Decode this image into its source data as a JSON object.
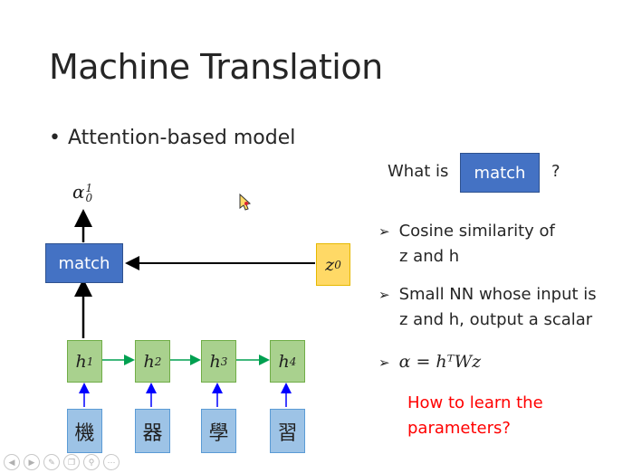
{
  "slide": {
    "title": "Machine Translation",
    "bullet": "Attention-based model",
    "bullet_symbol": "•"
  },
  "diagram": {
    "alpha_base": "α",
    "alpha_sup": "1",
    "alpha_sub": "0",
    "match_label": "match",
    "z_base": "z",
    "z_sup": "0",
    "hidden_states": [
      {
        "base": "h",
        "sup": "1"
      },
      {
        "base": "h",
        "sup": "2"
      },
      {
        "base": "h",
        "sup": "3"
      },
      {
        "base": "h",
        "sup": "4"
      }
    ],
    "inputs": [
      "機",
      "器",
      "學",
      "習"
    ]
  },
  "right_panel": {
    "question_prefix": "What is",
    "question_box": "match",
    "question_suffix": "?",
    "item1_line1": "Cosine similarity of",
    "item1_line2": "z and h",
    "item2_line1": "Small NN whose input is",
    "item2_line2": "z and h, output a scalar",
    "item3_formula": "α = hᵀWz",
    "arrow_symbol": "➢",
    "red_line1": "How to learn the",
    "red_line2": "parameters?"
  },
  "colors": {
    "match_blue": "#4472c4",
    "hidden_green": "#a9d18e",
    "input_blue": "#9dc3e6",
    "z_yellow": "#ffd966",
    "green_arrow": "#00a050",
    "blue_arrow": "#0000ff",
    "red_text": "#ff0000"
  },
  "toolbar": {
    "icons": [
      "prev-icon",
      "next-icon",
      "pen-icon",
      "copy-icon",
      "zoom-icon",
      "more-icon"
    ]
  }
}
